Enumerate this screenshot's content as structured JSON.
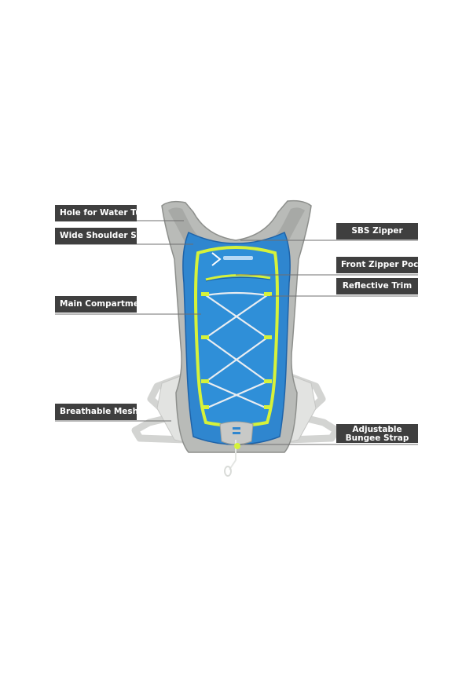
{
  "image": {
    "subject": "hydration-backpack",
    "colors": {
      "body": "#2f86cf",
      "body_dark": "#1f63a8",
      "trim": "#d6f23a",
      "frame": "#b9bbb8",
      "frame_dark": "#8d8f8c",
      "mesh": "#d9dad8",
      "label_bg": "#3f3f3f",
      "label_text": "#ffffff",
      "leader": "#6f6f6f"
    }
  },
  "labels": [
    {
      "id": "water-tube-hole",
      "text": "Hole for Water Tube",
      "side": "left"
    },
    {
      "id": "shoulder-strap",
      "text": "Wide Shoulder Strap",
      "side": "left"
    },
    {
      "id": "main-compartment",
      "text": "Main Compartment",
      "side": "left"
    },
    {
      "id": "breathable-mesh",
      "text": "Breathable Mesh",
      "side": "left"
    },
    {
      "id": "sbs-zipper",
      "text": "SBS Zipper",
      "side": "right"
    },
    {
      "id": "front-zipper-pocket",
      "text": "Front Zipper Pocket",
      "side": "right"
    },
    {
      "id": "reflective-trim",
      "text": "Reflective Trim",
      "side": "right"
    },
    {
      "id": "bungee-strap",
      "text": "Adjustable Bungee Strap",
      "side": "right"
    }
  ]
}
